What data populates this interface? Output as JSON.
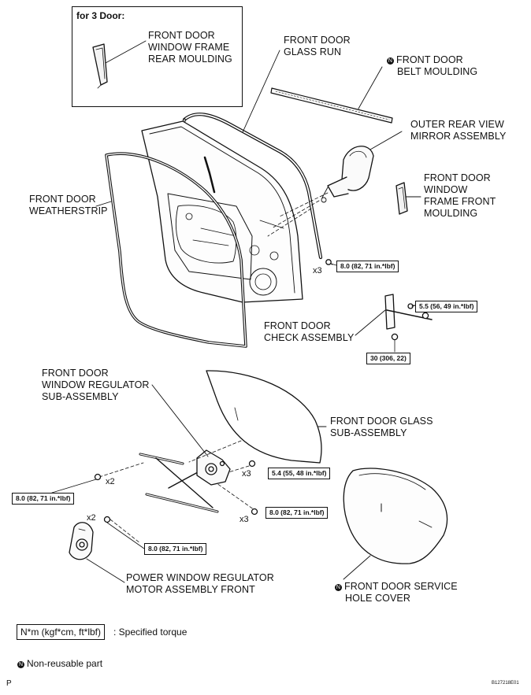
{
  "inset": {
    "title": "for 3 Door:",
    "label": [
      "FRONT DOOR",
      "WINDOW FRAME",
      "REAR MOULDING"
    ]
  },
  "labels": {
    "glass_run": [
      "FRONT DOOR",
      "GLASS RUN"
    ],
    "belt_moulding": [
      "FRONT DOOR",
      "BELT MOULDING"
    ],
    "mirror": [
      "OUTER REAR VIEW",
      "MIRROR ASSEMBLY"
    ],
    "weatherstrip": [
      "FRONT DOOR",
      "WEATHERSTRIP"
    ],
    "frame_front_moulding": [
      "FRONT DOOR",
      "WINDOW",
      "FRAME FRONT",
      "MOULDING"
    ],
    "check_assembly": [
      "FRONT DOOR",
      "CHECK ASSEMBLY"
    ],
    "regulator": [
      "FRONT DOOR",
      "WINDOW REGULATOR",
      "SUB-ASSEMBLY"
    ],
    "glass": [
      "FRONT DOOR GLASS",
      "SUB-ASSEMBLY"
    ],
    "motor": [
      "POWER WINDOW REGULATOR",
      "MOTOR ASSEMBLY FRONT"
    ],
    "hole_cover": [
      "FRONT DOOR SERVICE",
      "HOLE COVER"
    ]
  },
  "torques": {
    "glass_run_bolt": "8.0 (82, 71 in.*lbf)",
    "check_top": "5.5 (56, 49 in.*lbf)",
    "check_bottom": "30 (306, 22)",
    "glass_bolt": "5.4 (55, 48 in.*lbf)",
    "regulator_left": "8.0 (82, 71 in.*lbf)",
    "regulator_right": "8.0 (82, 71 in.*lbf)",
    "motor_bolt": "8.0 (82, 71 in.*lbf)"
  },
  "quantities": {
    "glass_run": "x3",
    "glass_bolt": "x3",
    "regulator_left": "x2",
    "motor": "x2",
    "regulator_right": "x3"
  },
  "non_reusable_marker": "N",
  "legend": {
    "unit": "N*m (kgf*cm, ft*lbf)",
    "text": ": Specified torque"
  },
  "note": "Non-reusable part",
  "page_letter": "P",
  "figure_code": "B127218E01"
}
